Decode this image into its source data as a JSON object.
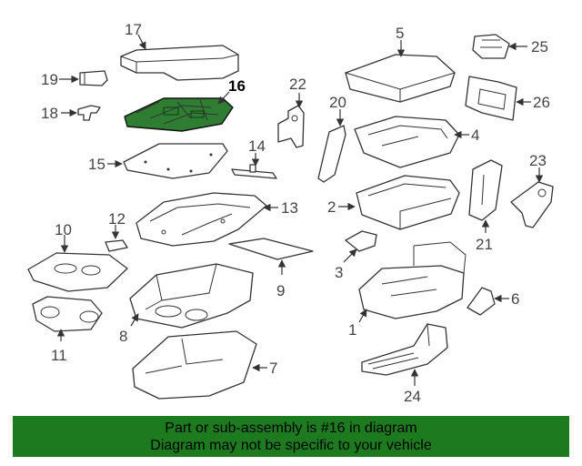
{
  "highlight_color": "#2e7d32",
  "footer": {
    "line1": "Part or sub-assembly is #16 in diagram",
    "line2": "Diagram may not be specific to your vehicle",
    "background": "#1e7a1e"
  },
  "callouts": {
    "c1": "1",
    "c2": "2",
    "c3": "3",
    "c4": "4",
    "c5": "5",
    "c6": "6",
    "c7": "7",
    "c8": "8",
    "c9": "9",
    "c10": "10",
    "c11": "11",
    "c12": "12",
    "c13": "13",
    "c14": "14",
    "c15": "15",
    "c16": "16",
    "c17": "17",
    "c18": "18",
    "c19": "19",
    "c20": "20",
    "c21": "21",
    "c22": "22",
    "c23": "23",
    "c24": "24",
    "c25": "25",
    "c26": "26"
  },
  "highlighted_callout": "16"
}
